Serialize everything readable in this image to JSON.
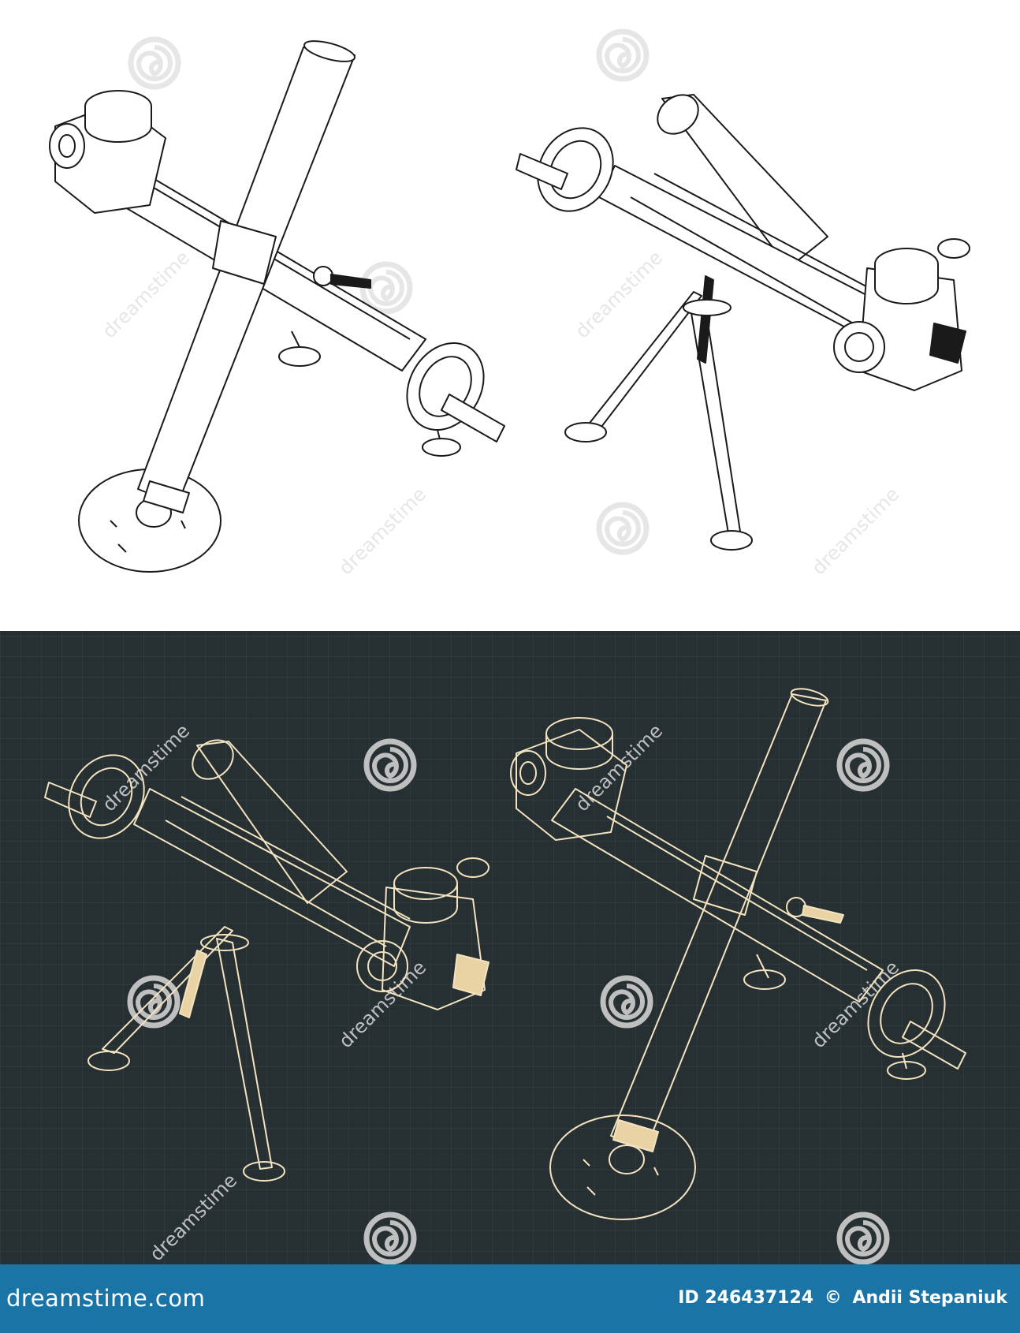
{
  "watermark": {
    "brand_text": "dreamstime"
  },
  "footer": {
    "logo_text": "dreamstime.com",
    "id_text": "ID 246437124",
    "copyright_symbol": "©",
    "author": "Andii Stepaniuk"
  },
  "colors": {
    "light_bg": "#ffffff",
    "dark_bg": "#262f31",
    "grid_line": "#3a4446",
    "line_light_panel": "#1a1a1a",
    "line_dark_panel": "#f3e3c0",
    "fill_accent_dark": "#e9d3a4",
    "footer_bg": "#1a75a6",
    "watermark_light": "#e6e6e6",
    "watermark_dark": "#bfbfbf"
  },
  "icons": [
    "watermark-spiral-icon",
    "copyright-icon"
  ]
}
